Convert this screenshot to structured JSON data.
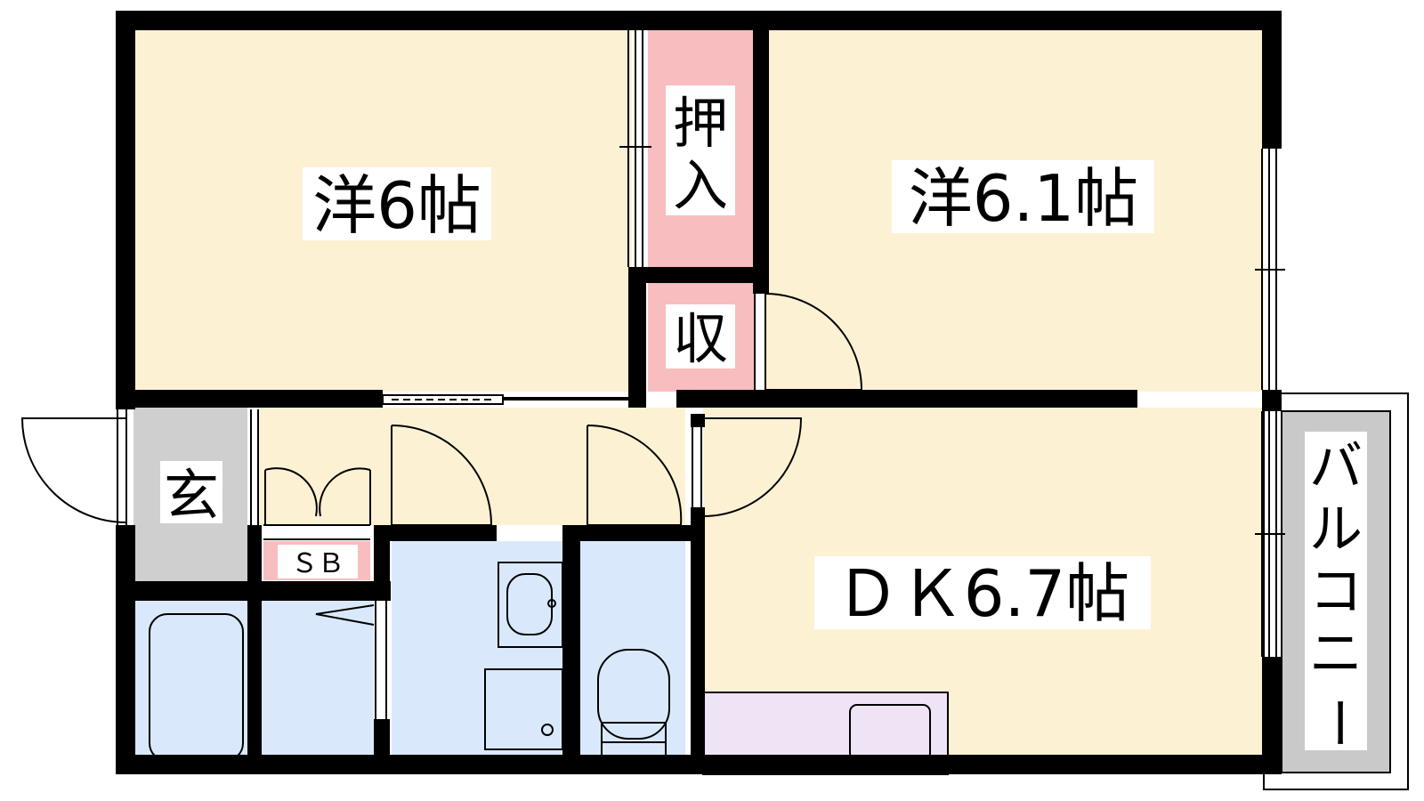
{
  "rooms": {
    "western_room_1": "洋6帖",
    "western_room_2": "洋6.1帖",
    "closet_oshiire_line1": "押",
    "closet_oshiire_line2": "入",
    "storage": "収",
    "entrance": "玄",
    "shoe_box": "ＳＢ",
    "dining_kitchen": "ＤＫ6.7帖",
    "balcony_chars": [
      "バ",
      "ル",
      "コ",
      "ニ",
      "ー"
    ]
  },
  "colors": {
    "room_floor": "#fdf1d4",
    "closet": "#f8bdbf",
    "wet_area": "#d9e9fb",
    "entrance": "#cfcfcf",
    "kitchen": "#efe3f6",
    "balcony": "#c9c9c9",
    "wall": "#000000"
  }
}
